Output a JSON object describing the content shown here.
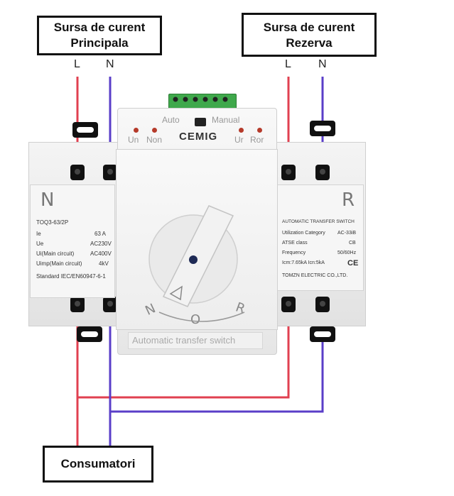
{
  "labels": {
    "main_source": [
      "Sursa de curent",
      "Principala"
    ],
    "backup_source": [
      "Sursa de curent",
      "Rezerva"
    ],
    "consumers": "Consumatori"
  },
  "terminals": {
    "left_l": "L",
    "left_n": "N",
    "right_l": "L",
    "right_n": "N"
  },
  "device": {
    "brand": "CEMIG",
    "mode_auto": "Auto",
    "mode_manual": "Manual",
    "led_un": "Un",
    "led_non": "Non",
    "led_ur": "Ur",
    "led_ror": "Ror",
    "left_letter": "N",
    "right_letter": "R",
    "left_panel": {
      "model": "TOQ3-63/2P",
      "rows": [
        {
          "k": "Ie",
          "v": "63 A"
        },
        {
          "k": "Ue",
          "v": "AC230V"
        },
        {
          "k": "Ui(Main circuit)",
          "v": "AC400V"
        },
        {
          "k": "Uimp(Main circuit)",
          "v": "4kV"
        }
      ],
      "standard": "Standard IEC/EN60947-6-1"
    },
    "right_panel": {
      "title": "AUTOMATIC TRANSFER SWITCH",
      "rows": [
        {
          "k": "Utilization Category",
          "v": "AC-33iB"
        },
        {
          "k": "ATSE class",
          "v": "CB"
        },
        {
          "k": "Frequency",
          "v": "50/60Hz"
        },
        {
          "k": "Icm:7.65kA Icn:5kA",
          "v": ""
        }
      ],
      "maker": "TOMZN ELECTRIC CO.,LTD."
    },
    "dial": {
      "n": "N",
      "o": "O",
      "r": "R"
    },
    "footer": "Automatic transfer switch"
  },
  "colors": {
    "live": "#e04050",
    "neutral": "#5a3ec8"
  }
}
